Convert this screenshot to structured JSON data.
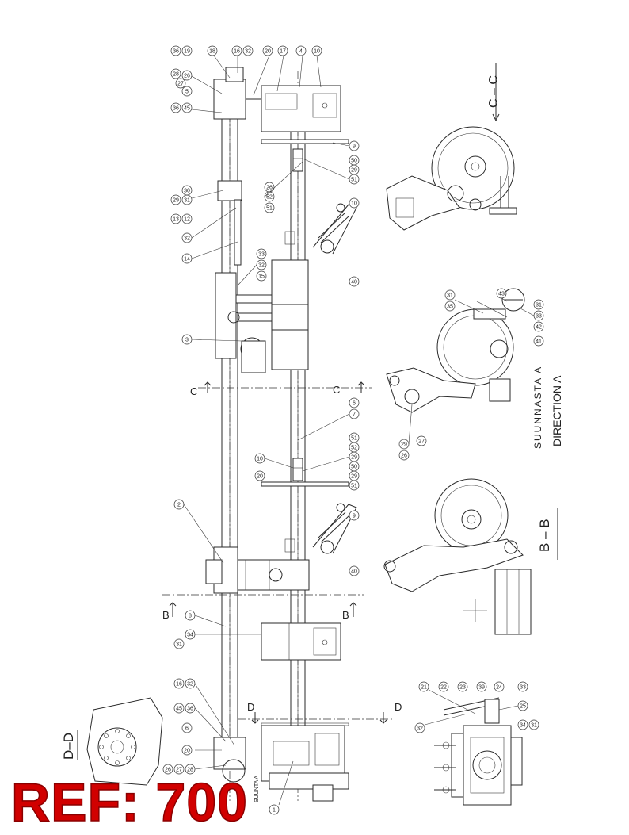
{
  "ref_label": "REF: 700",
  "colors": {
    "ref": "#d10000",
    "line": "#2a2a2a"
  },
  "section_labels": {
    "cc": "C – C",
    "bb": "B – B",
    "dd": "D–D",
    "direction_fi": "SUUNNASTA A",
    "direction_en": "DIRECTION A",
    "direction_small": "SUUNTA A"
  },
  "cut_letters": [
    "C",
    "C",
    "B",
    "B",
    "D",
    "D"
  ],
  "callouts": [
    {
      "n": "28"
    },
    {
      "n": "27"
    },
    {
      "n": "26"
    },
    {
      "n": "36"
    },
    {
      "n": "19"
    },
    {
      "n": "5"
    },
    {
      "n": "18"
    },
    {
      "n": "16"
    },
    {
      "n": "32"
    },
    {
      "n": "20"
    },
    {
      "n": "17"
    },
    {
      "n": "4"
    },
    {
      "n": "10"
    },
    {
      "n": "36"
    },
    {
      "n": "45"
    },
    {
      "n": "9"
    },
    {
      "n": "10"
    },
    {
      "n": "51"
    },
    {
      "n": "29"
    },
    {
      "n": "50"
    },
    {
      "n": "51"
    },
    {
      "n": "52"
    },
    {
      "n": "26"
    },
    {
      "n": "29"
    },
    {
      "n": "31"
    },
    {
      "n": "30"
    },
    {
      "n": "13"
    },
    {
      "n": "12"
    },
    {
      "n": "32"
    },
    {
      "n": "14"
    },
    {
      "n": "40"
    },
    {
      "n": "15"
    },
    {
      "n": "32"
    },
    {
      "n": "33"
    },
    {
      "n": "3"
    },
    {
      "n": "7"
    },
    {
      "n": "6"
    },
    {
      "n": "10"
    },
    {
      "n": "20"
    },
    {
      "n": "29"
    },
    {
      "n": "52"
    },
    {
      "n": "51"
    },
    {
      "n": "29"
    },
    {
      "n": "51"
    },
    {
      "n": "50"
    },
    {
      "n": "9"
    },
    {
      "n": "40"
    },
    {
      "n": "2"
    },
    {
      "n": "8"
    },
    {
      "n": "31"
    },
    {
      "n": "34"
    },
    {
      "n": "16"
    },
    {
      "n": "32"
    },
    {
      "n": "45"
    },
    {
      "n": "36"
    },
    {
      "n": "6"
    },
    {
      "n": "20"
    },
    {
      "n": "26"
    },
    {
      "n": "27"
    },
    {
      "n": "28"
    },
    {
      "n": "1"
    },
    {
      "n": "43"
    },
    {
      "n": "31"
    },
    {
      "n": "35"
    },
    {
      "n": "31"
    },
    {
      "n": "33"
    },
    {
      "n": "42"
    },
    {
      "n": "41"
    },
    {
      "n": "29"
    },
    {
      "n": "26"
    },
    {
      "n": "27"
    },
    {
      "n": "21"
    },
    {
      "n": "22"
    },
    {
      "n": "23"
    },
    {
      "n": "39"
    },
    {
      "n": "24"
    },
    {
      "n": "33"
    },
    {
      "n": "25"
    },
    {
      "n": "32"
    },
    {
      "n": "34"
    },
    {
      "n": "31"
    }
  ]
}
